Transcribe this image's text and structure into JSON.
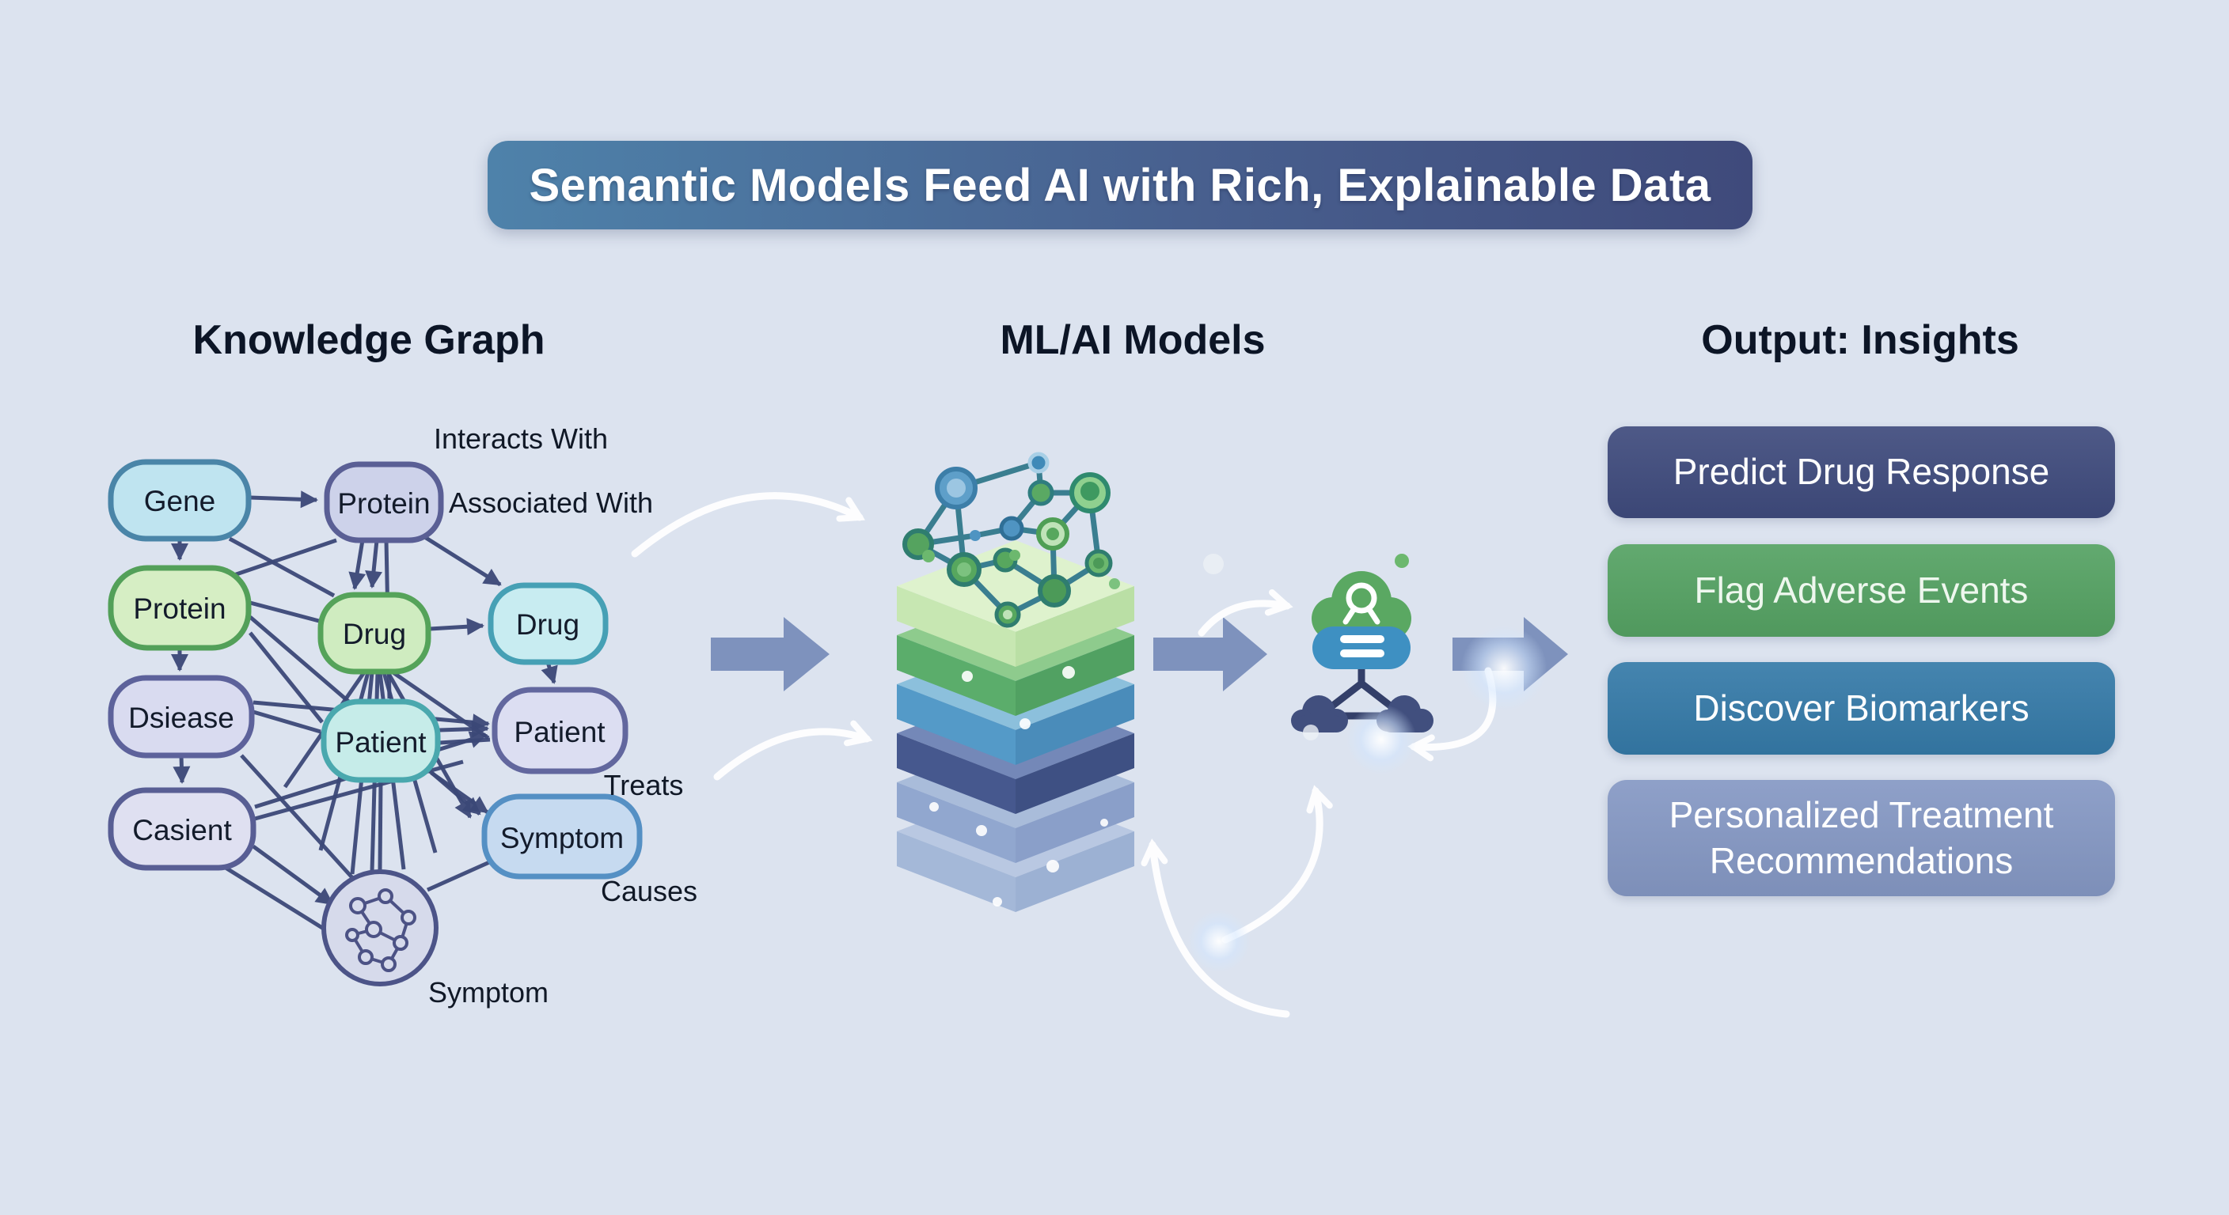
{
  "title": "Semantic Models Feed AI with Rich, Explainable Data",
  "columns": {
    "knowledge_graph_heading": "Knowledge Graph",
    "ml_models_heading": "ML/AI Models",
    "output_heading": "Output: Insights"
  },
  "knowledge_graph": {
    "nodes": [
      {
        "id": "gene",
        "label": "Gene"
      },
      {
        "id": "protein-top",
        "label": "Protein"
      },
      {
        "id": "protein-left",
        "label": "Protein"
      },
      {
        "id": "drug-center",
        "label": "Drug"
      },
      {
        "id": "drug-right",
        "label": "Drug"
      },
      {
        "id": "disease",
        "label": "Dsiease"
      },
      {
        "id": "patient-center",
        "label": "Patient"
      },
      {
        "id": "patient-right",
        "label": "Patient"
      },
      {
        "id": "casient",
        "label": "Casient"
      },
      {
        "id": "symptom",
        "label": "Symptom"
      },
      {
        "id": "symptom-circle",
        "label": "Symptom"
      }
    ],
    "edge_labels": {
      "interacts_with": "Interacts With",
      "associated_with": "Associated With",
      "treats": "Treats",
      "causes": "Causes"
    }
  },
  "output": {
    "items": [
      {
        "label": "Predict Drug Response",
        "color": "#3f4b7d"
      },
      {
        "label": "Flag Adverse Events",
        "color": "#55a263"
      },
      {
        "label": "Discover Biomarkers",
        "color": "#357aa8"
      },
      {
        "label": "Personalized Treatment Recommendations",
        "color": "#8598c4"
      }
    ]
  },
  "colors": {
    "background": "#dce3ef",
    "banner_gradient_left": "#4e82aa",
    "banner_gradient_right": "#3f4a7b",
    "graph_edge": "#3b4877",
    "flow_arrow": "#7e92bd",
    "stack_greens": [
      "#def2cd",
      "#5bad6b"
    ],
    "stack_blues": [
      "#549ac8",
      "#46588e",
      "#91a7cf",
      "#a4b8d8"
    ],
    "icon_cloud_green": "#5aa862",
    "icon_pill_blue": "#3e90c2",
    "icon_cloud_navy": "#414f7e"
  }
}
